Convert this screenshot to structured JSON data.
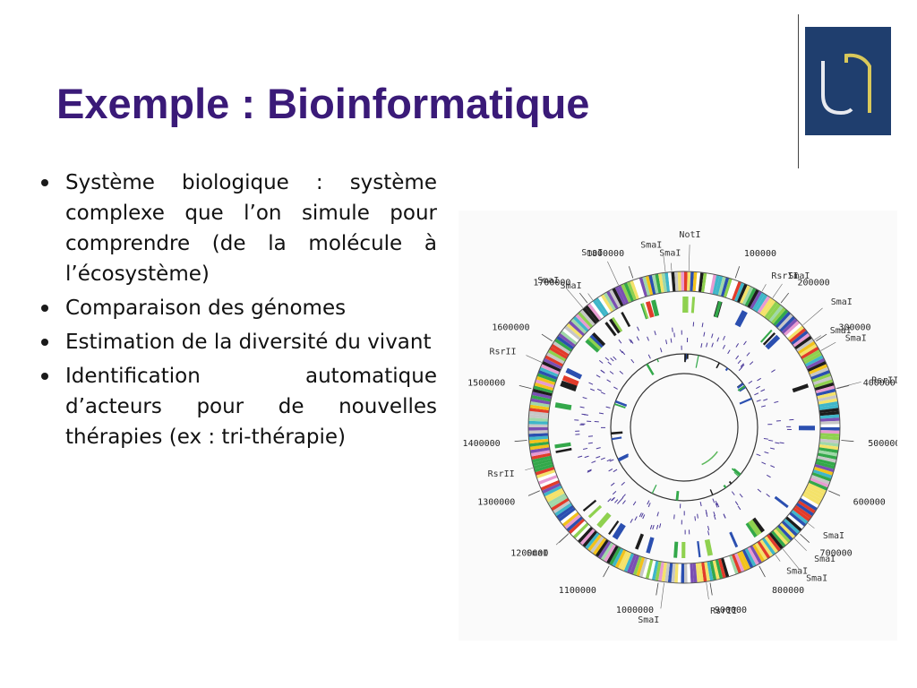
{
  "slide": {
    "title": "Exemple : Bioinformatique",
    "title_color": "#3a1a78",
    "logo_letters": "U",
    "logo_colors": {
      "background": "#1f3e6e",
      "left": "#e8eaf0",
      "right": "#d9c85a"
    },
    "bullets": [
      "Système biologique : système complexe que l’on simule pour comprendre (de la molécule à l’écosystème)",
      "Comparaison des génomes",
      "Estimation de la diversité du vivant",
      "Identification automatique d’acteurs pour de nouvelles thérapies (ex : tri-thérapie)"
    ]
  },
  "genome_map": {
    "positions": [
      "100000",
      "200000",
      "300000",
      "400000",
      "500000",
      "600000",
      "700000",
      "800000",
      "900000",
      "1000000",
      "1100000",
      "1200000",
      "1300000",
      "1400000",
      "1500000",
      "1600000",
      "1700000",
      "1800000"
    ],
    "site_labels": [
      {
        "text": "SmaI"
      },
      {
        "text": "SmaI"
      },
      {
        "text": "NotI"
      },
      {
        "text": "RsrII"
      },
      {
        "text": "SmaI"
      },
      {
        "text": "SmaI"
      },
      {
        "text": "SmaI"
      },
      {
        "text": "SmaI"
      },
      {
        "text": "RsrII"
      },
      {
        "text": "SmaI"
      },
      {
        "text": "SmaI"
      },
      {
        "text": "SmaI"
      },
      {
        "text": "SmaI"
      },
      {
        "text": "RsrII"
      },
      {
        "text": "SmaI"
      },
      {
        "text": "RsrII"
      },
      {
        "text": "SmaI"
      },
      {
        "text": "SmaI"
      },
      {
        "text": "SmaI"
      },
      {
        "text": "RsrII"
      },
      {
        "text": "SmaI"
      }
    ]
  }
}
